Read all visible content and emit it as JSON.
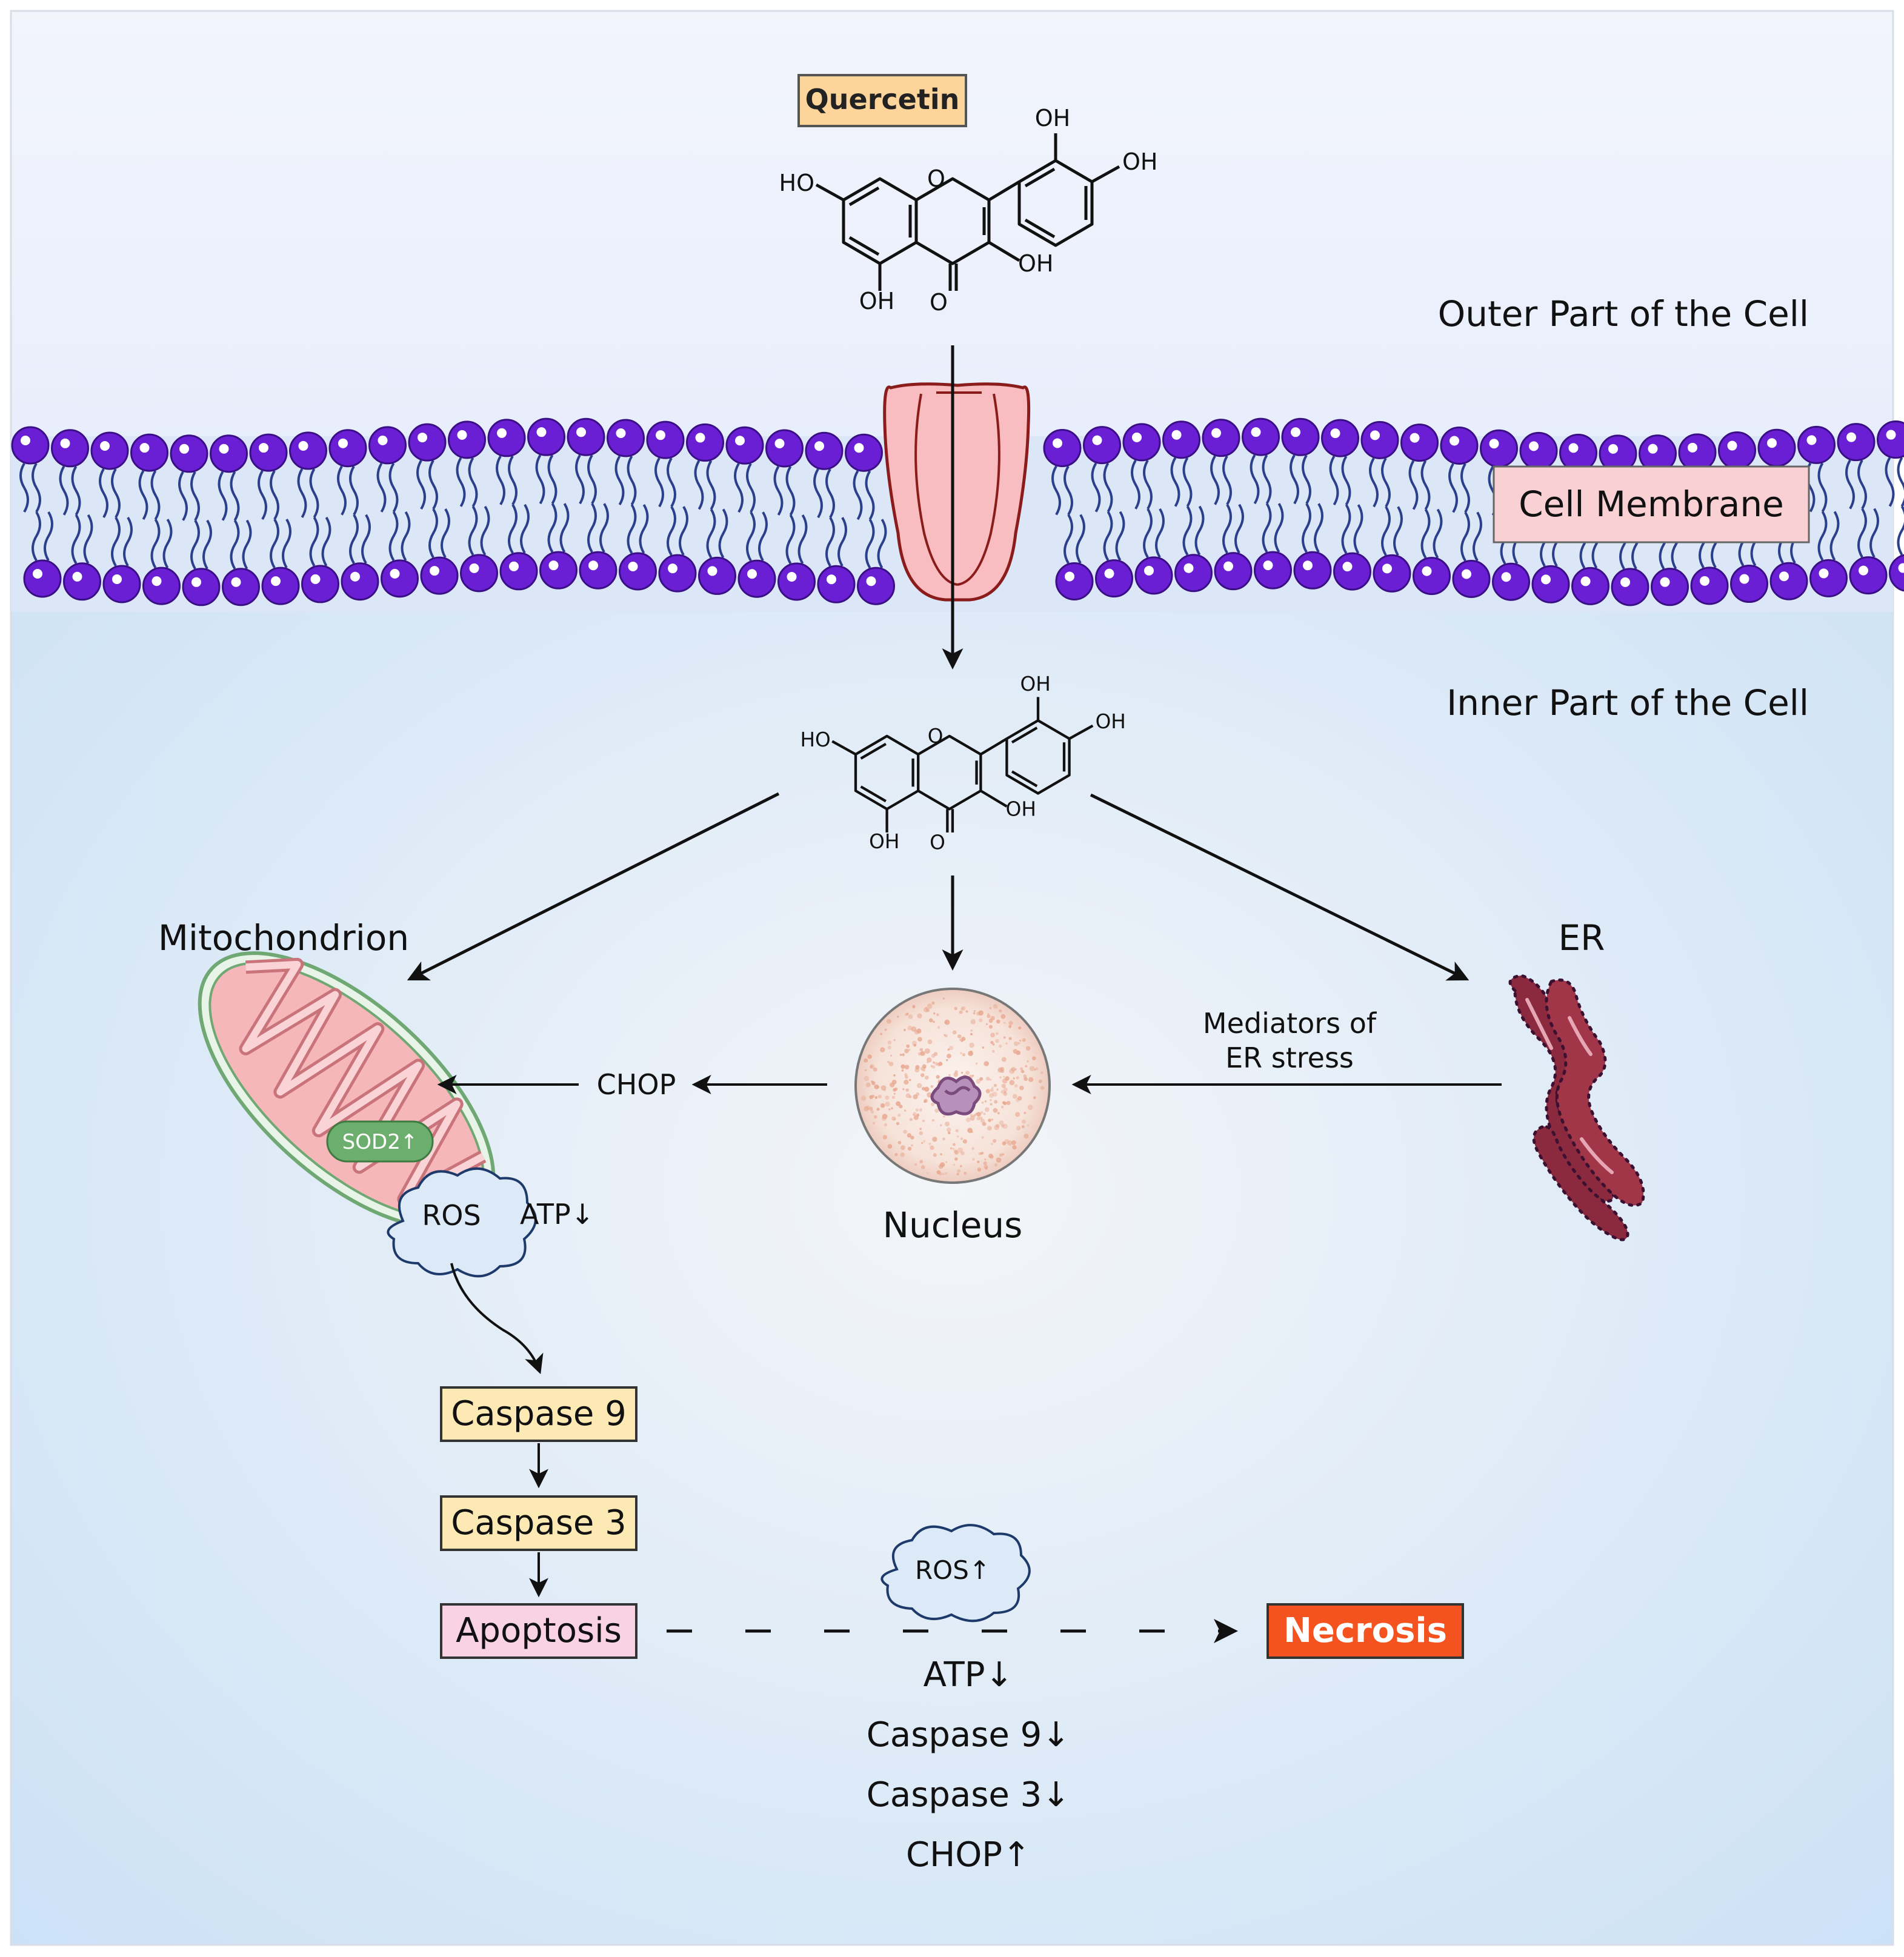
{
  "quercetin_label": "Quercetin",
  "molecule": {
    "oh_a": "OH",
    "oh_b": "OH",
    "oh_c": "OH",
    "oh_d": "OH",
    "ho": "HO",
    "ring_o": "O",
    "keto_o": "O"
  },
  "outer_label": "Outer Part of the Cell",
  "inner_label": "Inner Part of the Cell",
  "membrane_label": "Cell Membrane",
  "organelles": {
    "mitochondrion": "Mitochondrion",
    "nucleus": "Nucleus",
    "er": "ER"
  },
  "mito_labels": {
    "sod2": "SOD2↑",
    "ros": "ROS",
    "atp": "ATP↓"
  },
  "chop_label": "CHOP",
  "er_mediator_lines": [
    "Mediators of",
    "ER stress"
  ],
  "cascade": [
    "Caspase 9",
    "Caspase 3",
    "Apoptosis"
  ],
  "necrosis_label": "Necrosis",
  "ros_up_label": "ROS↑",
  "necrosis_conditions": [
    "ATP↓",
    "Caspase 9↓",
    "Caspase 3↓",
    "CHOP↑"
  ],
  "colors": {
    "quercetin_box": "#fdd59b",
    "membrane_box": "#f9d0d3",
    "phospholipid_head": "#6a1fd4",
    "channel": "#f8bcc1",
    "channel_stroke": "#8b1c1c",
    "caspase_box": "#fde9b4",
    "apoptosis_box": "#f9d3e3",
    "necrosis_box": "#f4521e",
    "er": "#8b2a3e",
    "mito_fill": "#f6b7bb",
    "mito_outer": "#7bb37f",
    "sod2": "#6cae6e",
    "ros_cloud": "#dceaf8"
  }
}
